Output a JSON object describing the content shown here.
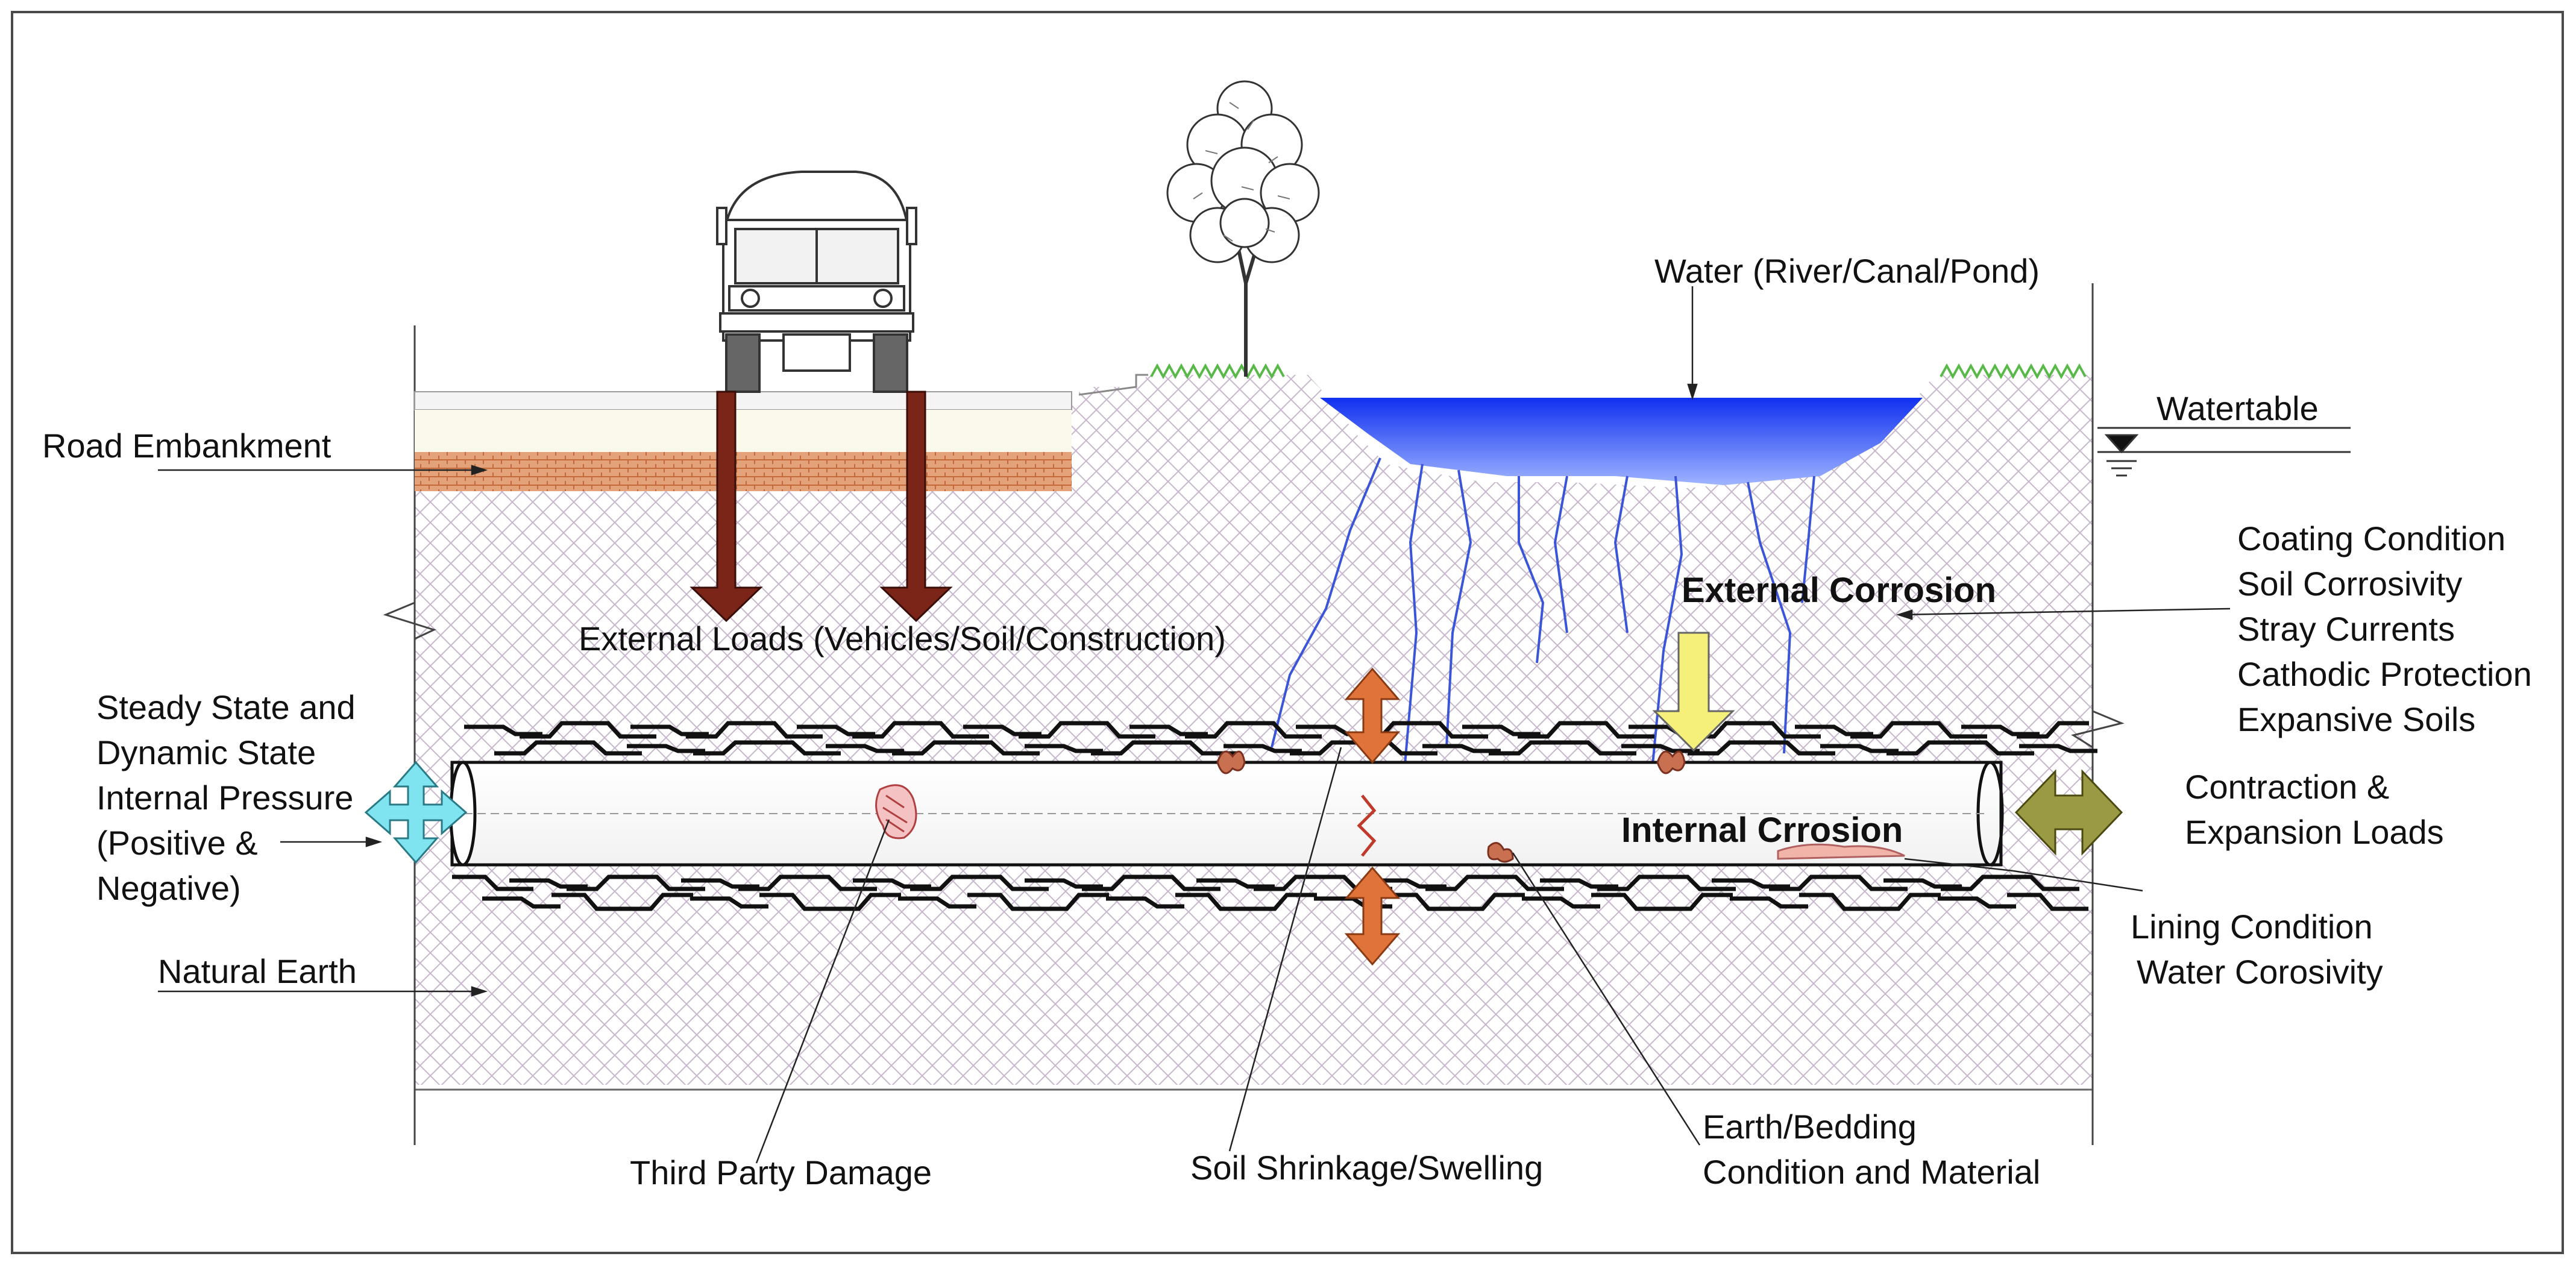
{
  "labels": {
    "road_embankment": "Road Embankment",
    "external_loads": "External Loads (Vehicles/Soil/Construction)",
    "water": "Water  (River/Canal/Pond)",
    "watertable": "Watertable",
    "external_corrosion": "External Corrosion",
    "internal_corrosion": "Internal Crrosion",
    "coating_factors": [
      "Coating Condition",
      "Soil Corrosivity",
      "Stray Currents",
      "Cathodic Protection",
      "Expansive Soils"
    ],
    "internal_pressure": [
      "Steady State and",
      "Dynamic State",
      "Internal Pressure",
      "(Positive &",
      "Negative)"
    ],
    "contraction_loads": [
      "Contraction &",
      "Expansion Loads"
    ],
    "natural_earth": "Natural Earth",
    "lining": [
      "Lining Condition",
      "Water Corosivity"
    ],
    "third_party_damage": "Third Party Damage",
    "soil_shrinkage": "Soil Shrinkage/Swelling",
    "earth_bedding": [
      "Earth/Bedding",
      "Condition and Material"
    ]
  },
  "colors": {
    "load_arrow": "#7b2418",
    "water_fill": "#1a3cf0",
    "water_cracks": "#3a55d8",
    "soil_hatch": "#c8b8cc",
    "pressure_arrow": "#7fe3f0",
    "soil_arrow": "#e0733a",
    "corrosion_arrow": "#f4f07a",
    "thermal_arrow": "#9a9a45",
    "embankment_brick": "#d98a5a",
    "grass": "#58b848"
  },
  "icons": [
    "truck-icon",
    "tree-icon",
    "watertable-symbol-icon"
  ]
}
